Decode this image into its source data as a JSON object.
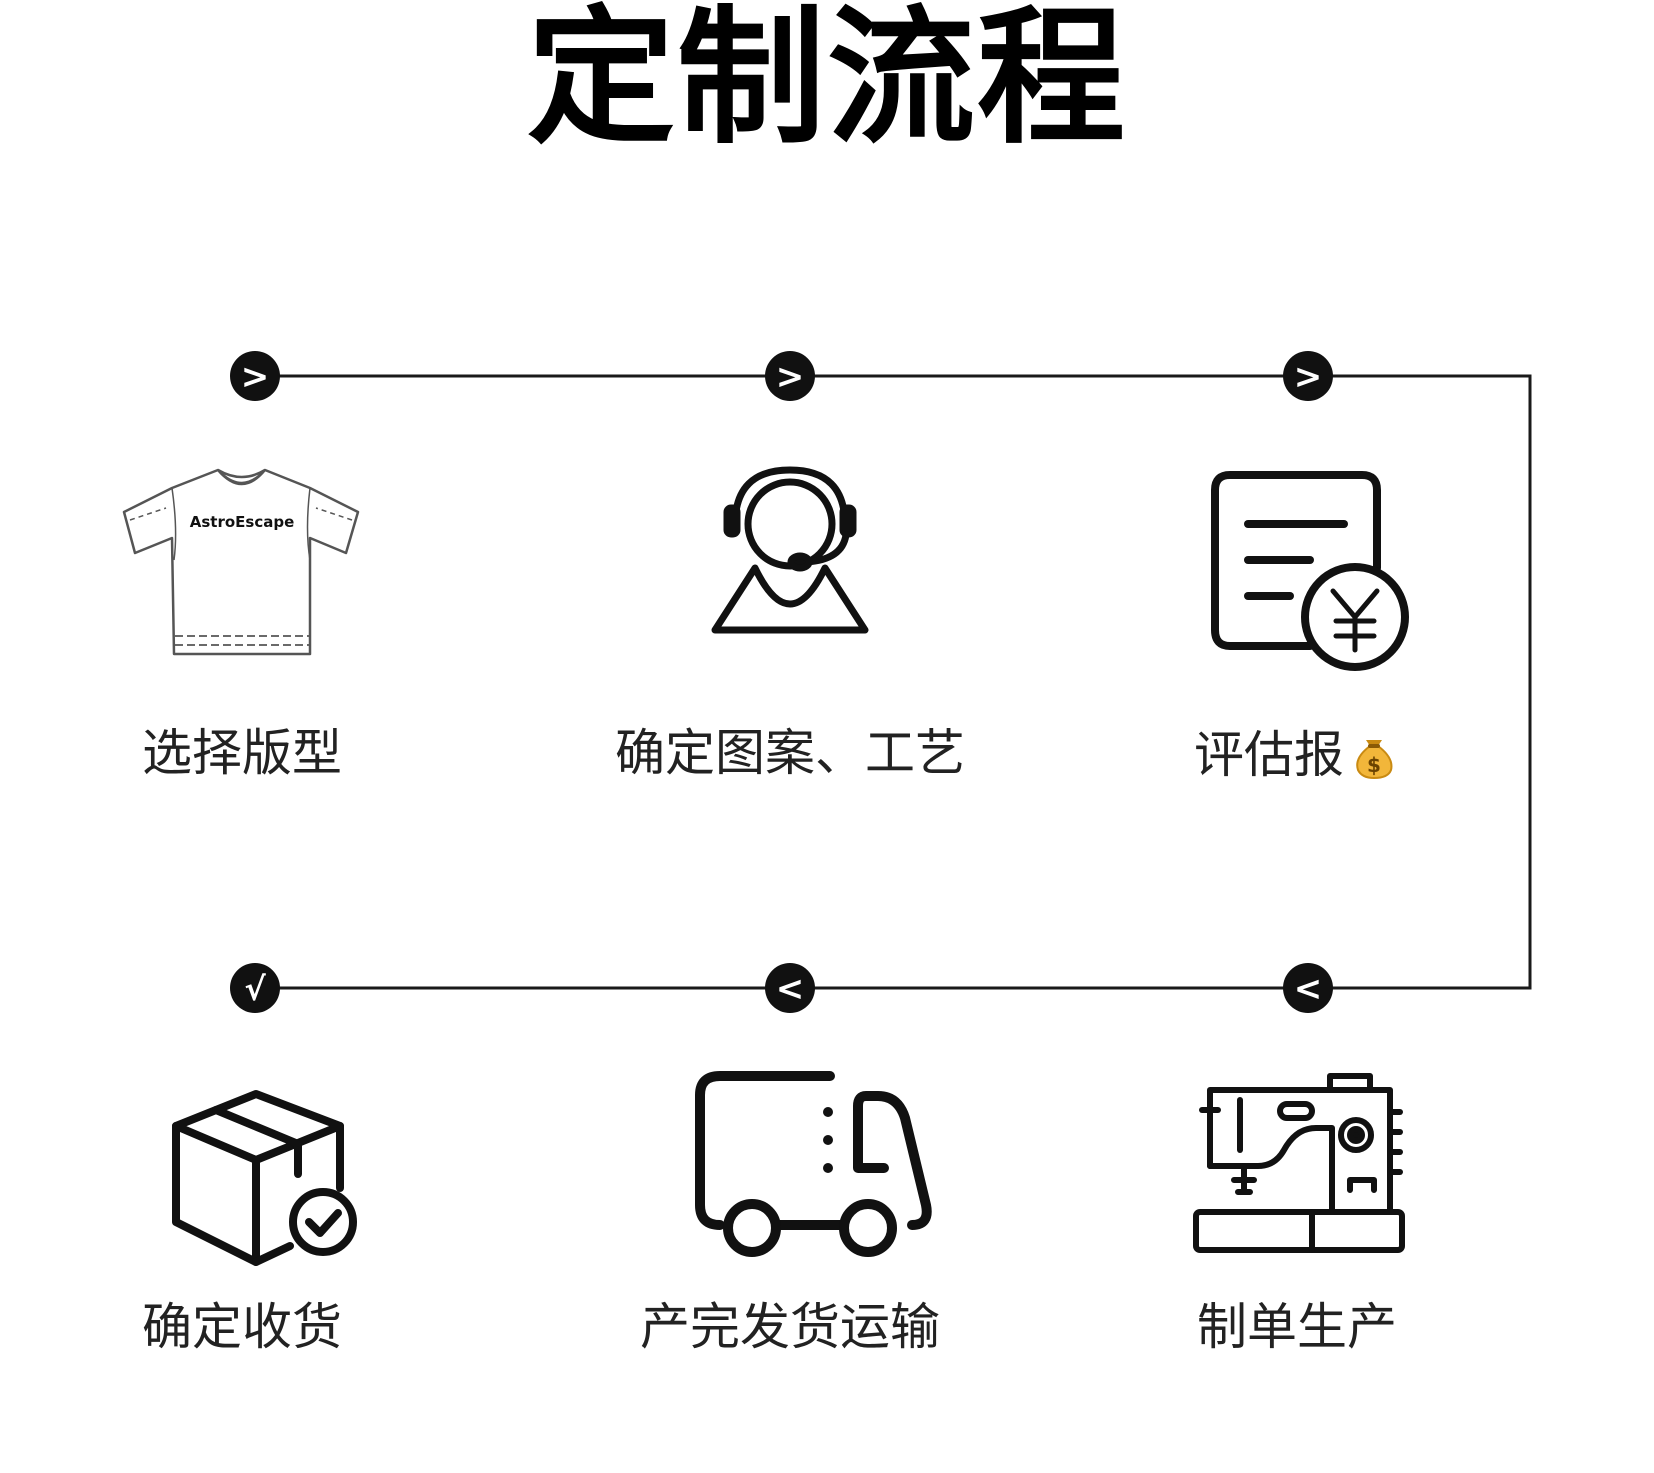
{
  "title": "定制流程",
  "steps": [
    {
      "label": "选择版型",
      "icon": "tshirt-icon",
      "tshirt_text": "AstroEscape"
    },
    {
      "label": "确定图案、工艺",
      "icon": "headset-agent-icon"
    },
    {
      "label": "评估报",
      "icon": "quote-document-yen-icon",
      "suffix_icon": "money-bag-icon"
    },
    {
      "label": "制单生产",
      "icon": "sewing-machine-icon"
    },
    {
      "label": "产完发货运输",
      "icon": "delivery-truck-icon"
    },
    {
      "label": "确定收货",
      "icon": "package-check-icon"
    }
  ],
  "markers": {
    "next": ">",
    "back": "<",
    "done": "√"
  },
  "colors": {
    "line": "#1a1a1a",
    "marker_fill": "#111111",
    "marker_text": "#ffffff",
    "money_bag": "#f2b63a",
    "money_bag_dark": "#c98a12"
  }
}
